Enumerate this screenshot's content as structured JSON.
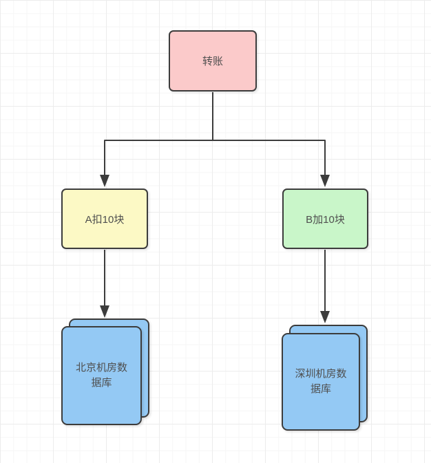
{
  "diagram": {
    "stroke_color": "#3c3c3c",
    "text_color": "#4f4f4f",
    "canvas_color": "#ffffff",
    "grid_minor_color": "#f6f6f6",
    "grid_major_color": "#ececec"
  },
  "nodes": [
    {
      "id": "transfer",
      "label": "转账",
      "shape": "rectangle",
      "fill": "#fbcaca"
    },
    {
      "id": "debit-a",
      "label": "A扣10块",
      "shape": "rectangle",
      "fill": "#fcf9c5"
    },
    {
      "id": "credit-b",
      "label": "B加10块",
      "shape": "rectangle",
      "fill": "#c9f6c9"
    },
    {
      "id": "beijing-db",
      "label": "北京机房数据库",
      "shape": "stacked-card",
      "fill": "#94c9f4"
    },
    {
      "id": "shenzhen-db",
      "label": "深圳机房数据库",
      "shape": "stacked-card",
      "fill": "#94c9f4"
    }
  ],
  "edges": [
    {
      "from": "转账",
      "to": "A扣10块",
      "style": "arrow"
    },
    {
      "from": "转账",
      "to": "B加10块",
      "style": "arrow"
    },
    {
      "from": "A扣10块",
      "to": "北京机房数据库",
      "style": "arrow"
    },
    {
      "from": "B加10块",
      "to": "深圳机房数据库",
      "style": "arrow"
    }
  ]
}
